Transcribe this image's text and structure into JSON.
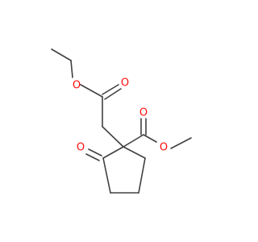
{
  "molecule": {
    "atoms": {
      "o_ester_ethyl": {
        "label": "O",
        "color": "#ff0d0d"
      },
      "o_carbonyl_ethyl": {
        "label": "O",
        "color": "#ff0d0d"
      },
      "o_carbonyl_methyl": {
        "label": "O",
        "color": "#ff0d0d"
      },
      "o_ester_methyl": {
        "label": "O",
        "color": "#ff0d0d"
      },
      "o_ketone": {
        "label": "O",
        "color": "#ff0d0d"
      }
    },
    "bond_color": "#404040"
  }
}
